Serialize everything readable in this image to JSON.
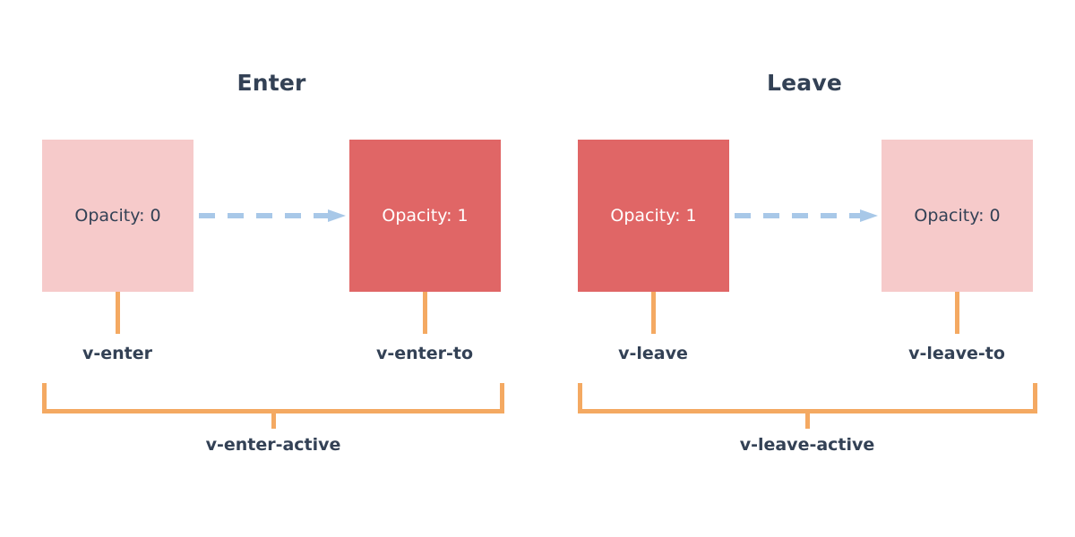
{
  "diagram": {
    "title_enter": "Enter",
    "title_leave": "Leave",
    "colors": {
      "box_faded": "#f6caca",
      "box_solid": "#e06666",
      "arrow": "#a8c8e8",
      "bracket": "#f4a962",
      "text_dark": "#334155",
      "text_light": "#ffffff",
      "background": "#ffffff"
    },
    "enter": {
      "from_box": {
        "label": "Opacity: 0",
        "state": "faded",
        "class_name": "v-enter"
      },
      "to_box": {
        "label": "Opacity: 1",
        "state": "solid",
        "class_name": "v-enter-to"
      },
      "active_class": "v-enter-active",
      "arrow_icon": "dashed-arrow-right-icon"
    },
    "leave": {
      "from_box": {
        "label": "Opacity: 1",
        "state": "solid",
        "class_name": "v-leave"
      },
      "to_box": {
        "label": "Opacity: 0",
        "state": "faded",
        "class_name": "v-leave-to"
      },
      "active_class": "v-leave-active",
      "arrow_icon": "dashed-arrow-right-icon"
    }
  }
}
